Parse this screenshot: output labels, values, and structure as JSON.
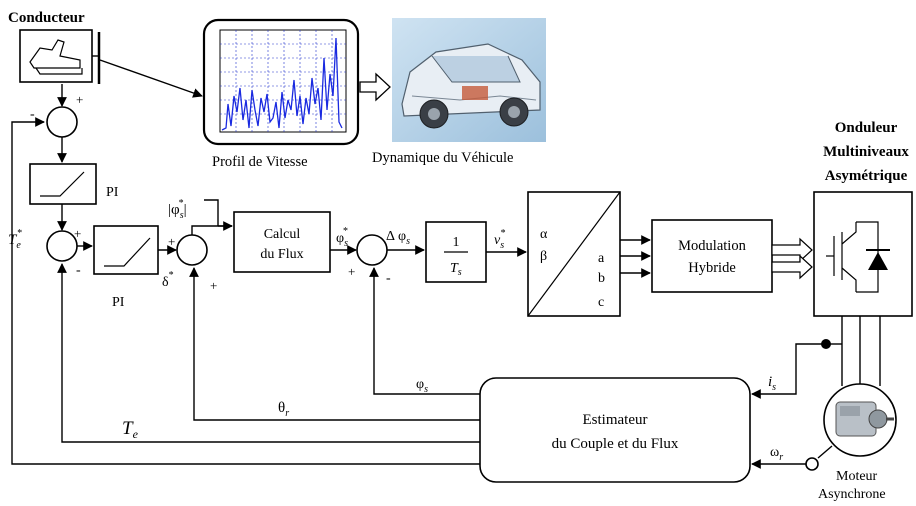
{
  "title_driver": "Conducteur",
  "speed_profile": "Profil de Vitesse",
  "vehicle_dynamics": "Dynamique du Véhicule",
  "inverter": [
    "Onduleur",
    "Multiniveaux",
    "Asymétrique"
  ],
  "pi1": "PI",
  "pi2": "PI",
  "te_ref": {
    "sym": "T",
    "sub": "e",
    "sup": "*"
  },
  "delta_ref": {
    "sym": "δ",
    "sup": "*"
  },
  "phi_mag_ref": {
    "sym": "φ",
    "sub": "s",
    "sup": "*"
  },
  "flux_calc": [
    "Calcul",
    "du Flux"
  ],
  "phi_ref": {
    "sym": "φ",
    "sub": "s",
    "sup": "*"
  },
  "delta_phi": {
    "prefix": "Δ",
    "sym": "φ",
    "sub": "s"
  },
  "gain": {
    "num": "1",
    "den": "T",
    "den_sub": "s"
  },
  "vs_ref": {
    "sym": "v",
    "sub": "s",
    "sup": "*"
  },
  "transform": {
    "in": [
      "α",
      "β"
    ],
    "out": [
      "a",
      "b",
      "c"
    ]
  },
  "modulation": [
    "Modulation",
    "Hybride"
  ],
  "estimator": [
    "Estimateur",
    "du Couple et du Flux"
  ],
  "phi_s": {
    "sym": "φ",
    "sub": "s"
  },
  "theta_r": {
    "sym": "θ",
    "sub": "r"
  },
  "te": {
    "sym": "T",
    "sub": "e"
  },
  "is": {
    "sym": "i",
    "sub": "s"
  },
  "omega_r": {
    "sym": "ω",
    "sub": "r"
  },
  "motor": [
    "Moteur",
    "Asynchrone"
  ],
  "signs": {
    "plus": "+",
    "minus": "-"
  }
}
